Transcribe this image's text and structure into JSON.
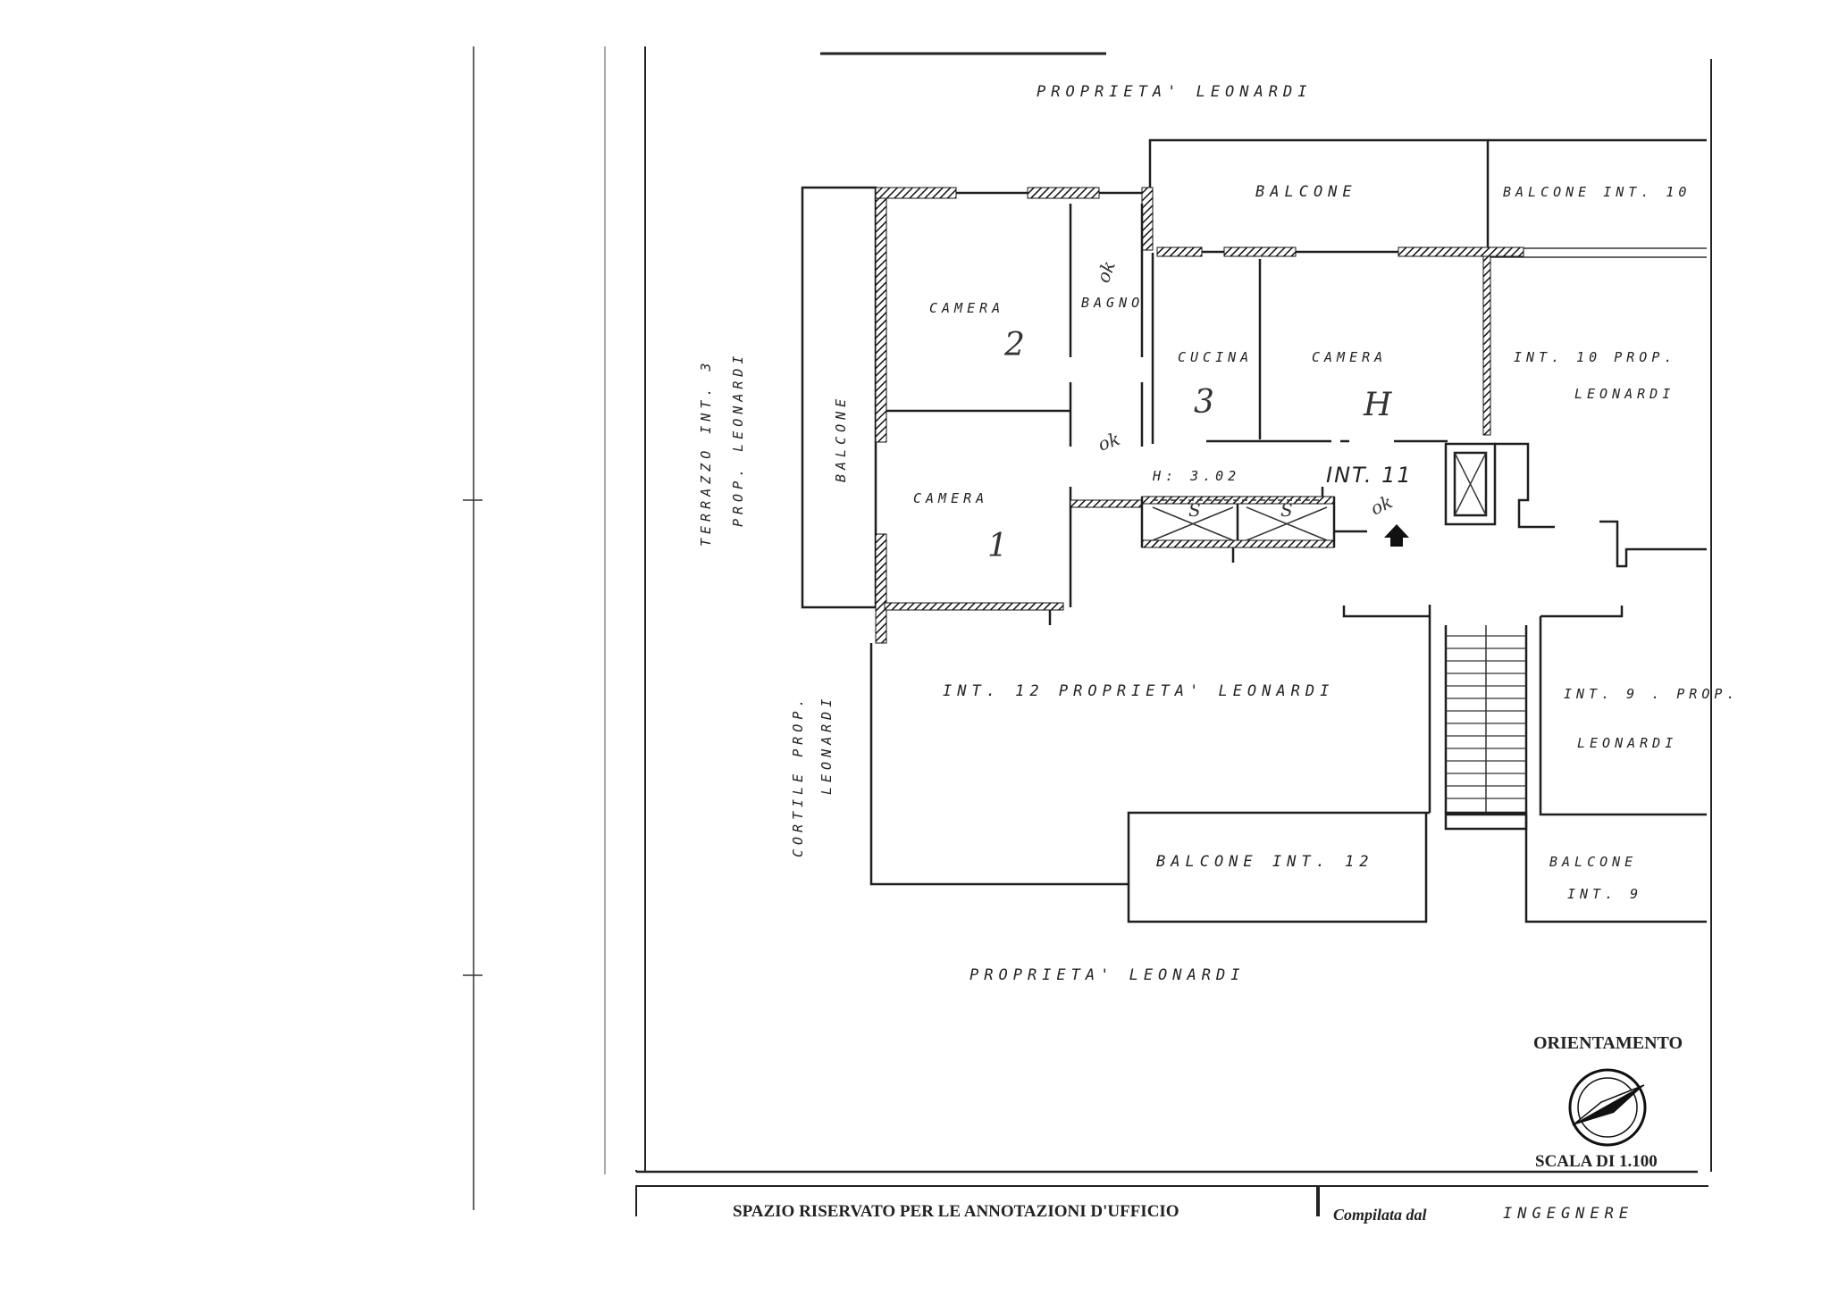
{
  "labels": {
    "top_owner": "PROPRIETA'  LEONARDI",
    "balcone_top": "BALCONE",
    "balcone_int10": "BALCONE  INT. 10",
    "camera_2": "CAMERA",
    "bagno": "BAGNO",
    "cucina": "CUCINA",
    "camera_4": "CAMERA",
    "int10_line1": "INT. 10  PROP.",
    "int10_line2": "LEONARDI",
    "terrazzo_line1": "TERRAZZO   INT. 3",
    "terrazzo_line2": "PROP.   LEONARDI",
    "balcone_left": "BALCONE",
    "camera_1": "CAMERA",
    "height": "H: 3.02",
    "apartment": "INT. 11",
    "int12": "INT. 12   PROPRIETA'   LEONARDI",
    "int9_line1": "INT. 9 . PROP.",
    "int9_line2": "LEONARDI",
    "cortile_line1": "CORTILE  PROP.",
    "cortile_line2": "LEONARDI",
    "balcone_int12": "BALCONE   INT. 12",
    "balcone_int9_line1": "BALCONE",
    "balcone_int9_line2": "INT. 9",
    "bottom_owner": "PROPRIETA'   LEONARDI",
    "orientamento": "ORIENTAMENTO",
    "scala": "SCALA DI 1.100",
    "spazio": "SPAZIO RISERVATO PER LE ANNOTAZIONI D'UFFICIO",
    "compilata": "Compilata dal",
    "ingegnere": "INGEGNERE"
  },
  "handwritten": {
    "room_2": "2",
    "room_3": "3",
    "room_4": "H",
    "room_1": "1",
    "note_bagno": "ok",
    "note_corridor": "ok",
    "note_entrance": "ok",
    "stair_a": "S",
    "stair_b": "S"
  },
  "colors": {
    "ink": "#1e1e1e",
    "paper": "#ffffff"
  }
}
